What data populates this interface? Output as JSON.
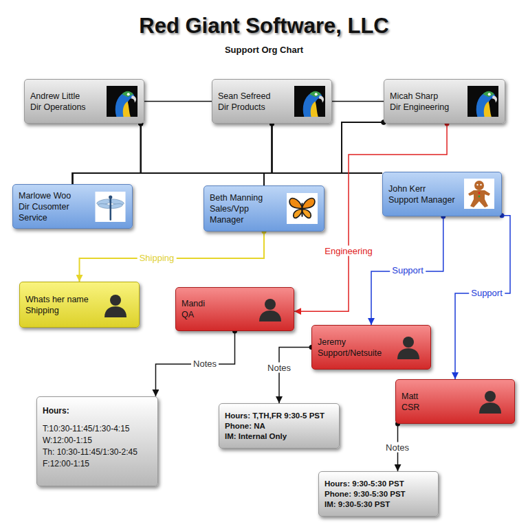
{
  "diagram": {
    "title": "Red Giant Software, LLC",
    "nodes": [
      {
        "text": [
          "Andrew Little",
          "Dir Operations"
        ]
      },
      {
        "text": [
          "Sean Sefreed",
          "Dir Products"
        ]
      },
      {
        "text": [
          "Micah Sharp",
          "Dir Engineering"
        ]
      },
      {
        "text": [
          "Marlowe Woo",
          "Dir Cusomter Service"
        ]
      },
      {
        "text": [
          "Beth Manning",
          "Sales/Vpp Manager"
        ]
      },
      {
        "text": [
          "John Kerr",
          "Support Manager"
        ]
      },
      {
        "text": [
          "Whats her name",
          "Shipping"
        ]
      },
      {
        "text": [
          "Mandi",
          "QA"
        ]
      },
      {
        "text": [
          "Jeremy",
          "Support/Netsuite"
        ]
      },
      {
        "text": [
          "Matt",
          "CSR"
        ]
      },
      {
        "text": [
          "Hours:",
          "T:10:30-11:45/1:30-4:15",
          "W:12:00-1:15",
          "Th: 10:30-11:45/1:30-2:45",
          "F:12:00-1:15"
        ]
      },
      {
        "text": [
          "Hours: T,TH,FR 9:30-5 PST",
          "Phone: NA",
          "IM: Internal Only"
        ]
      },
      {
        "text": [
          "Hours: 9:30-5:30 PST",
          "Phone: 9:30-5:30 PST",
          "IM: 9:30-5:30 PST"
        ]
      }
    ],
    "edges": [
      {
        "from": 0,
        "to": 1,
        "arrow": "none"
      },
      {
        "from": 1,
        "to": 2,
        "arrow": "none"
      },
      {
        "from": 0,
        "to": 3,
        "arrow": "none"
      },
      {
        "from": 0,
        "to": 4,
        "arrow": "none"
      },
      {
        "from": 0,
        "to": 5,
        "arrow": "none"
      },
      {
        "from": 1,
        "to": 3,
        "arrow": "none"
      },
      {
        "from": 1,
        "to": 4,
        "arrow": "none"
      },
      {
        "from": 1,
        "to": 5,
        "arrow": "none"
      },
      {
        "from": 2,
        "to": 3,
        "arrow": "none"
      },
      {
        "from": 2,
        "to": 4,
        "arrow": "none"
      },
      {
        "from": 2,
        "to": 5,
        "arrow": "none"
      },
      {
        "from": 4,
        "to": 6,
        "label": "Shipping",
        "arrow": "to"
      },
      {
        "from": 2,
        "to": 7,
        "label": "Engineering",
        "arrow": "to"
      },
      {
        "from": 5,
        "to": 8,
        "label": "Support",
        "arrow": "to"
      },
      {
        "from": 5,
        "to": 9,
        "label": "Support",
        "arrow": "to"
      },
      {
        "from": 7,
        "to": 10,
        "label": "Notes",
        "arrow": "to"
      },
      {
        "from": 8,
        "to": 11,
        "label": "Notes",
        "arrow": "to"
      },
      {
        "from": 9,
        "to": 12,
        "label": "Notes",
        "arrow": "to"
      }
    ],
    "labels": [
      "Support Org Chart"
    ]
  }
}
